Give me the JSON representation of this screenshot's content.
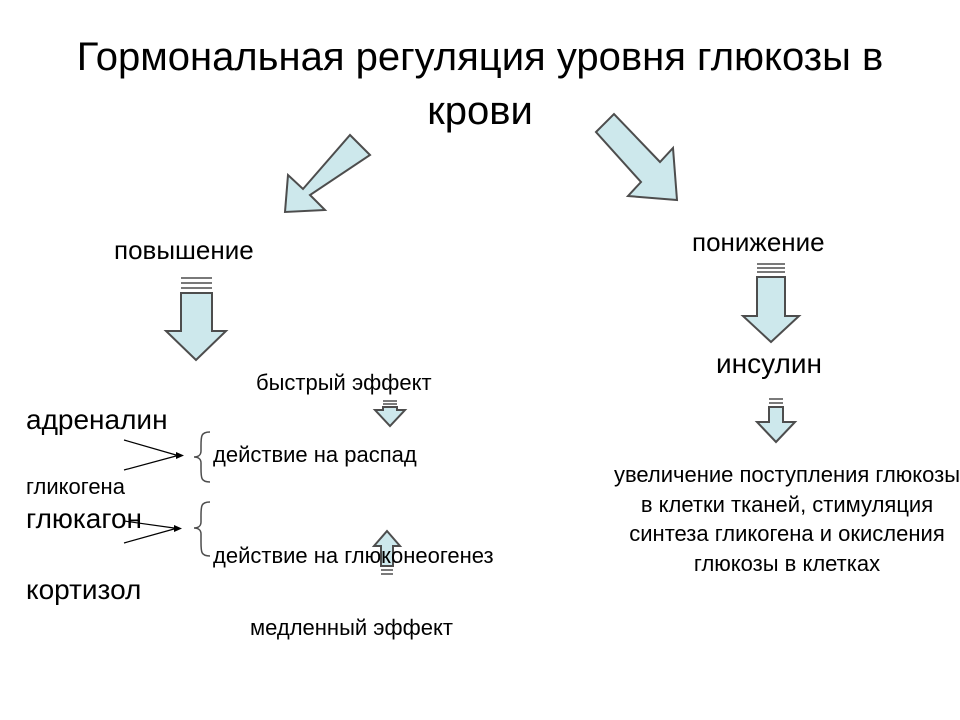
{
  "title": "Гормональная регуляция уровня глюкозы в крови",
  "labels": {
    "increase": "повышение",
    "decrease": "понижение",
    "insulin": "инсулин",
    "fast_effect": "быстрый эффект",
    "slow_effect": "медленный эффект",
    "adrenaline": "адреналин",
    "glucagon": "глюкагон",
    "cortisol": "кортизол",
    "action_breakdown": "действие на распад",
    "glycogen": "гликогена",
    "action_gluconeogenesis": "действие на глюконеогенез"
  },
  "right_text": "увеличение поступления глюкозы в клетки тканей, стимуляция синтеза гликогена и окисления глюкозы в клетках",
  "colors": {
    "arrow_fill": "#cde8ec",
    "arrow_stroke": "#4d4d4d",
    "text": "#000000"
  }
}
